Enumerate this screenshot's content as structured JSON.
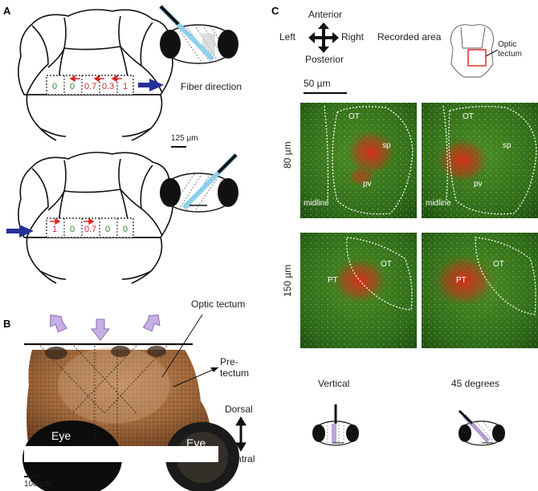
{
  "panels": {
    "a": {
      "letter": "A",
      "top_values": [
        "0",
        "0",
        "0.7",
        "0.3",
        "1"
      ],
      "top_colors": [
        "#2a8a3a",
        "#2a8a3a",
        "#d42a2a",
        "#d42a2a",
        "#d42a2a"
      ],
      "bottom_values": [
        "1",
        "0",
        "0.7",
        "0",
        "0"
      ],
      "bottom_colors": [
        "#d42a2a",
        "#2a8a3a",
        "#d42a2a",
        "#2a8a3a",
        "#2a8a3a"
      ],
      "fiber_direction": "Fiber direction",
      "scale": "125 µm"
    },
    "b": {
      "letter": "B",
      "optic_tectum": "Optic tectum",
      "pretectum_1": "Pre-",
      "pretectum_2": "tectum",
      "eye_left": "Eye",
      "eye_right": "Eye",
      "dorsal": "Dorsal",
      "ventral": "Ventral",
      "scale": "100 µm"
    },
    "c": {
      "letter": "C",
      "anterior": "Anterior",
      "posterior": "Posterior",
      "left": "Left",
      "right": "Right",
      "recorded_area": "Recorded area",
      "optic_1": "Optic",
      "optic_2": "tectum",
      "scale": "50 µm",
      "depth_80": "80 µm",
      "depth_150": "150 µm",
      "labels_80": {
        "ot": "OT",
        "sp": "sp",
        "pv": "pv",
        "midline": "midline"
      },
      "labels_150": {
        "ot": "OT",
        "pt": "PT"
      },
      "vertical": "Vertical",
      "deg45": "45 degrees"
    }
  },
  "colors": {
    "arrow_blue": "#26309a",
    "fiber_blue": "#8fd0ec",
    "arrow_purple": "#b69ad6",
    "red_arrow": "#e02020",
    "tissue_brown": "#8a5a34",
    "micro_green": "#3d7a22"
  }
}
